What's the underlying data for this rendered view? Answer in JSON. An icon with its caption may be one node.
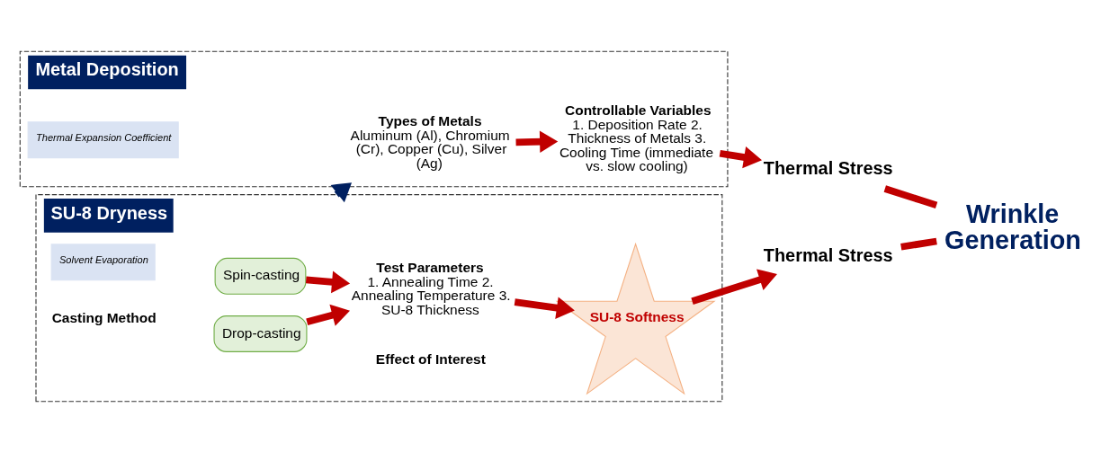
{
  "diagram": {
    "nodes": [
      {
        "text": [
          "SU-8 Dryness"
        ]
      },
      {
        "text": [
          "Spin-casting"
        ],
        "in": 0
      },
      {
        "text": [
          "Drop-casting"
        ],
        "in": 0
      },
      {
        "text": [
          "Test Parameters",
          "1. Annealing Time 2. Annealing Temperature 3. SU-8 Thickness"
        ],
        "in": 0
      },
      {
        "text": [
          "SU-8 Softness"
        ],
        "in": 0
      },
      {
        "text": [
          "Solvent Evaporation"
        ],
        "in": 0
      },
      {
        "text": [
          "Thermal Stress"
        ]
      },
      {
        "text": [
          "Metal Deposition"
        ]
      },
      {
        "text": [
          "Types of Metals",
          "Aluminum (Al), Chromium (Cr), Copper (Cu), Silver (Ag)"
        ],
        "in": 7
      },
      {
        "text": [
          "Controllable Variables",
          "1. Deposition Rate 2. Thickness of Metals 3. Cooling Time (immediate vs. slow cooling)"
        ],
        "in": 7
      },
      {
        "text": [
          "Thermal Expansion Coefficient"
        ],
        "in": 7
      },
      {
        "text": [
          "Thermal Stress"
        ]
      },
      {
        "text": [
          "Wrinkle Generation"
        ]
      }
    ],
    "edges": [
      {
        "from": 1,
        "to": 3,
        "arrow": "to"
      },
      {
        "from": 2,
        "to": 3,
        "arrow": "to"
      },
      {
        "from": 3,
        "to": 4,
        "arrow": "to"
      },
      {
        "from": 4,
        "to": 6,
        "arrow": "to"
      },
      {
        "from": 0,
        "to": 7,
        "arrow": "to",
        "color": "#002060"
      },
      {
        "from": 8,
        "to": 9,
        "arrow": "to"
      },
      {
        "from": 9,
        "to": 11,
        "arrow": "to"
      },
      {
        "from": 6,
        "to": 12,
        "arrow": "none"
      },
      {
        "from": 11,
        "to": 12,
        "arrow": "none"
      }
    ],
    "labels": [
      "Casting Method",
      "Effect of Interest"
    ]
  }
}
